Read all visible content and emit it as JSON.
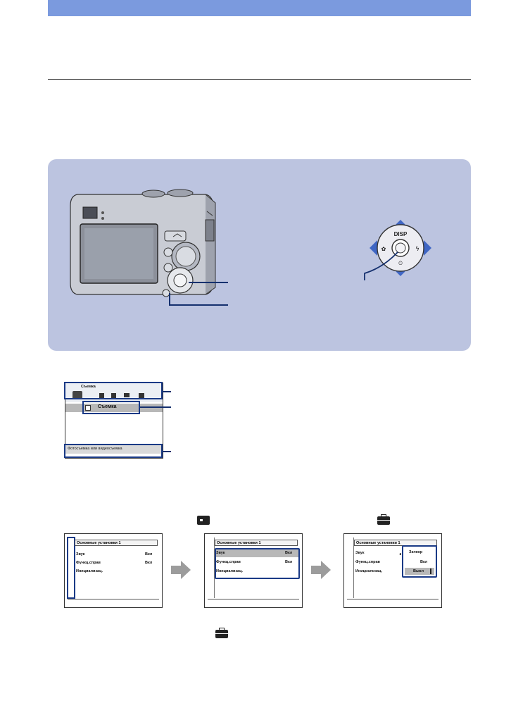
{
  "menu_screen": {
    "tab_label": "Съемка",
    "selected_item": "Съемка",
    "footer": "Фотосъемка или видеосъемка"
  },
  "setup_screen": {
    "title": "Основные установки 1",
    "items": [
      {
        "label": "Звук",
        "value": "Вкл"
      },
      {
        "label": "Функц.справ",
        "value": "Вкл"
      },
      {
        "label": "Инициализац.",
        "value": ""
      }
    ],
    "options": [
      "Затвор",
      "Вкл",
      "Выкл"
    ]
  },
  "dial": {
    "center_label": "DISP"
  },
  "colors": {
    "header": "#7b9ade",
    "panel": "#bcc4e0",
    "callout": "#15306e",
    "arrow": "#9c9c9c"
  }
}
